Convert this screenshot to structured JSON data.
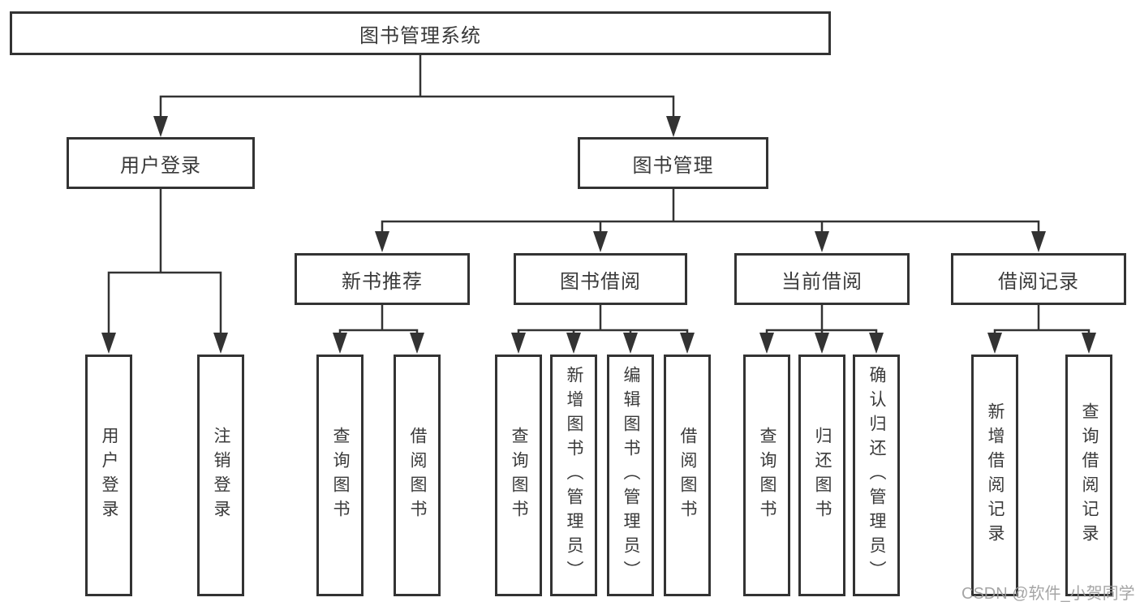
{
  "tree": {
    "label": "图书管理系统",
    "children": [
      {
        "label": "用户登录",
        "children": [
          {
            "label": "用户登录"
          },
          {
            "label": "注销登录"
          }
        ]
      },
      {
        "label": "图书管理",
        "children": [
          {
            "label": "新书推荐",
            "children": [
              {
                "label": "查询图书"
              },
              {
                "label": "借阅图书"
              }
            ]
          },
          {
            "label": "图书借阅",
            "children": [
              {
                "label": "查询图书"
              },
              {
                "label": "新增图书（管理员）"
              },
              {
                "label": "编辑图书（管理员）"
              },
              {
                "label": "借阅图书"
              }
            ]
          },
          {
            "label": "当前借阅",
            "children": [
              {
                "label": "查询图书"
              },
              {
                "label": "归还图书"
              },
              {
                "label": "确认归还（管理员）"
              }
            ]
          },
          {
            "label": "借阅记录",
            "children": [
              {
                "label": "新增借阅记录"
              },
              {
                "label": "查询借阅记录"
              }
            ]
          }
        ]
      }
    ]
  },
  "watermark": {
    "text": "CSDN @软件_小贺同学"
  },
  "colors": {
    "background": "#ffffff",
    "line": "#333333",
    "box_border": "#333333",
    "text": "#3a3a3a",
    "watermark": "#9c9c9c"
  }
}
